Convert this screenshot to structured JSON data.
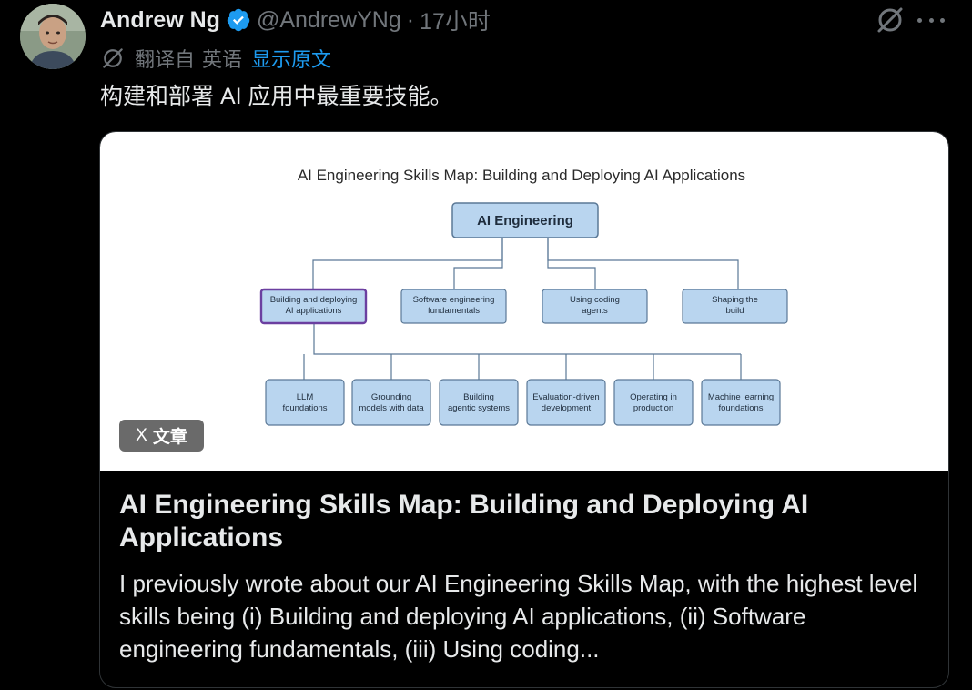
{
  "author": {
    "name": "Andrew Ng",
    "handle": "@AndrewYNg",
    "separator": "·",
    "time": "17小时"
  },
  "translation": {
    "label": "翻译自",
    "language": "英语",
    "show_original": "显示原文"
  },
  "tweet": {
    "text": "构建和部署 AI 应用中最重要技能。"
  },
  "card": {
    "badge": "文章",
    "badge_icon": "X",
    "title": "AI Engineering Skills Map: Building and Deploying AI Applications",
    "description": "I previously wrote about our AI Engineering Skills Map, with the highest level skills being (i) Building and deploying AI applications, (ii) Software engineering fundamentals, (iii) Using coding..."
  },
  "diagram": {
    "title": "AI Engineering Skills Map: Building and Deploying AI Applications",
    "root": "AI Engineering",
    "level1": [
      {
        "line1": "Building and deploying",
        "line2": "AI applications"
      },
      {
        "line1": "Software engineering",
        "line2": "fundamentals"
      },
      {
        "line1": "Using coding",
        "line2": "agents"
      },
      {
        "line1": "Shaping the",
        "line2": "build"
      }
    ],
    "level2": [
      {
        "line1": "LLM",
        "line2": "foundations"
      },
      {
        "line1": "Grounding",
        "line2": "models with data"
      },
      {
        "line1": "Building",
        "line2": "agentic systems"
      },
      {
        "line1": "Evaluation-driven",
        "line2": "development"
      },
      {
        "line1": "Operating in",
        "line2": "production"
      },
      {
        "line1": "Machine learning",
        "line2": "foundations"
      }
    ]
  },
  "colors": {
    "background": "#000000",
    "text": "#e7e9ea",
    "muted": "#71767b",
    "link": "#1d9bf0",
    "verified": "#1d9bf0",
    "node_fill": "#b9d5ef",
    "selected_border": "#6b3fa0"
  },
  "icons": {
    "verified": "verified-badge-icon",
    "grok": "grok-icon",
    "more": "more-icon",
    "translate": "translate-icon"
  }
}
